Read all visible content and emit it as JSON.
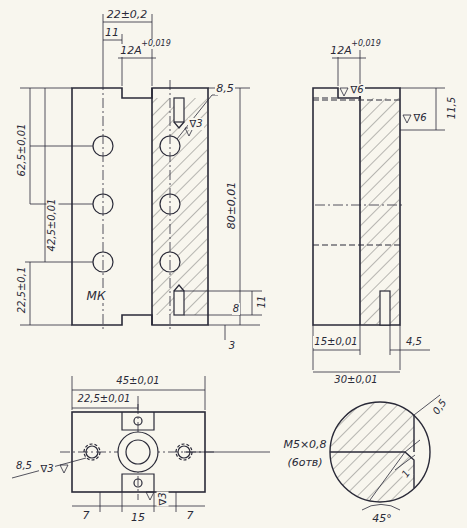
{
  "diagram": {
    "labels": [
      "22±0,2",
      "11",
      "12A",
      "+0,019",
      "8,5",
      "∇3",
      "80±0,01",
      "62,5±0,01",
      "42,5±0,01",
      "22,5±0,1",
      "МК",
      "8",
      "11",
      "3",
      "12A",
      "+0,019",
      "∇6",
      "∇6",
      "11,5",
      "15±0,01",
      "4,5",
      "30±0,01",
      "45±0,01",
      "22,5±0,01",
      "M5×0,8",
      "(6отв)",
      "8,5",
      "∇3",
      "∇3",
      "7",
      "7",
      "15",
      "0,5",
      "1",
      "45°"
    ]
  }
}
